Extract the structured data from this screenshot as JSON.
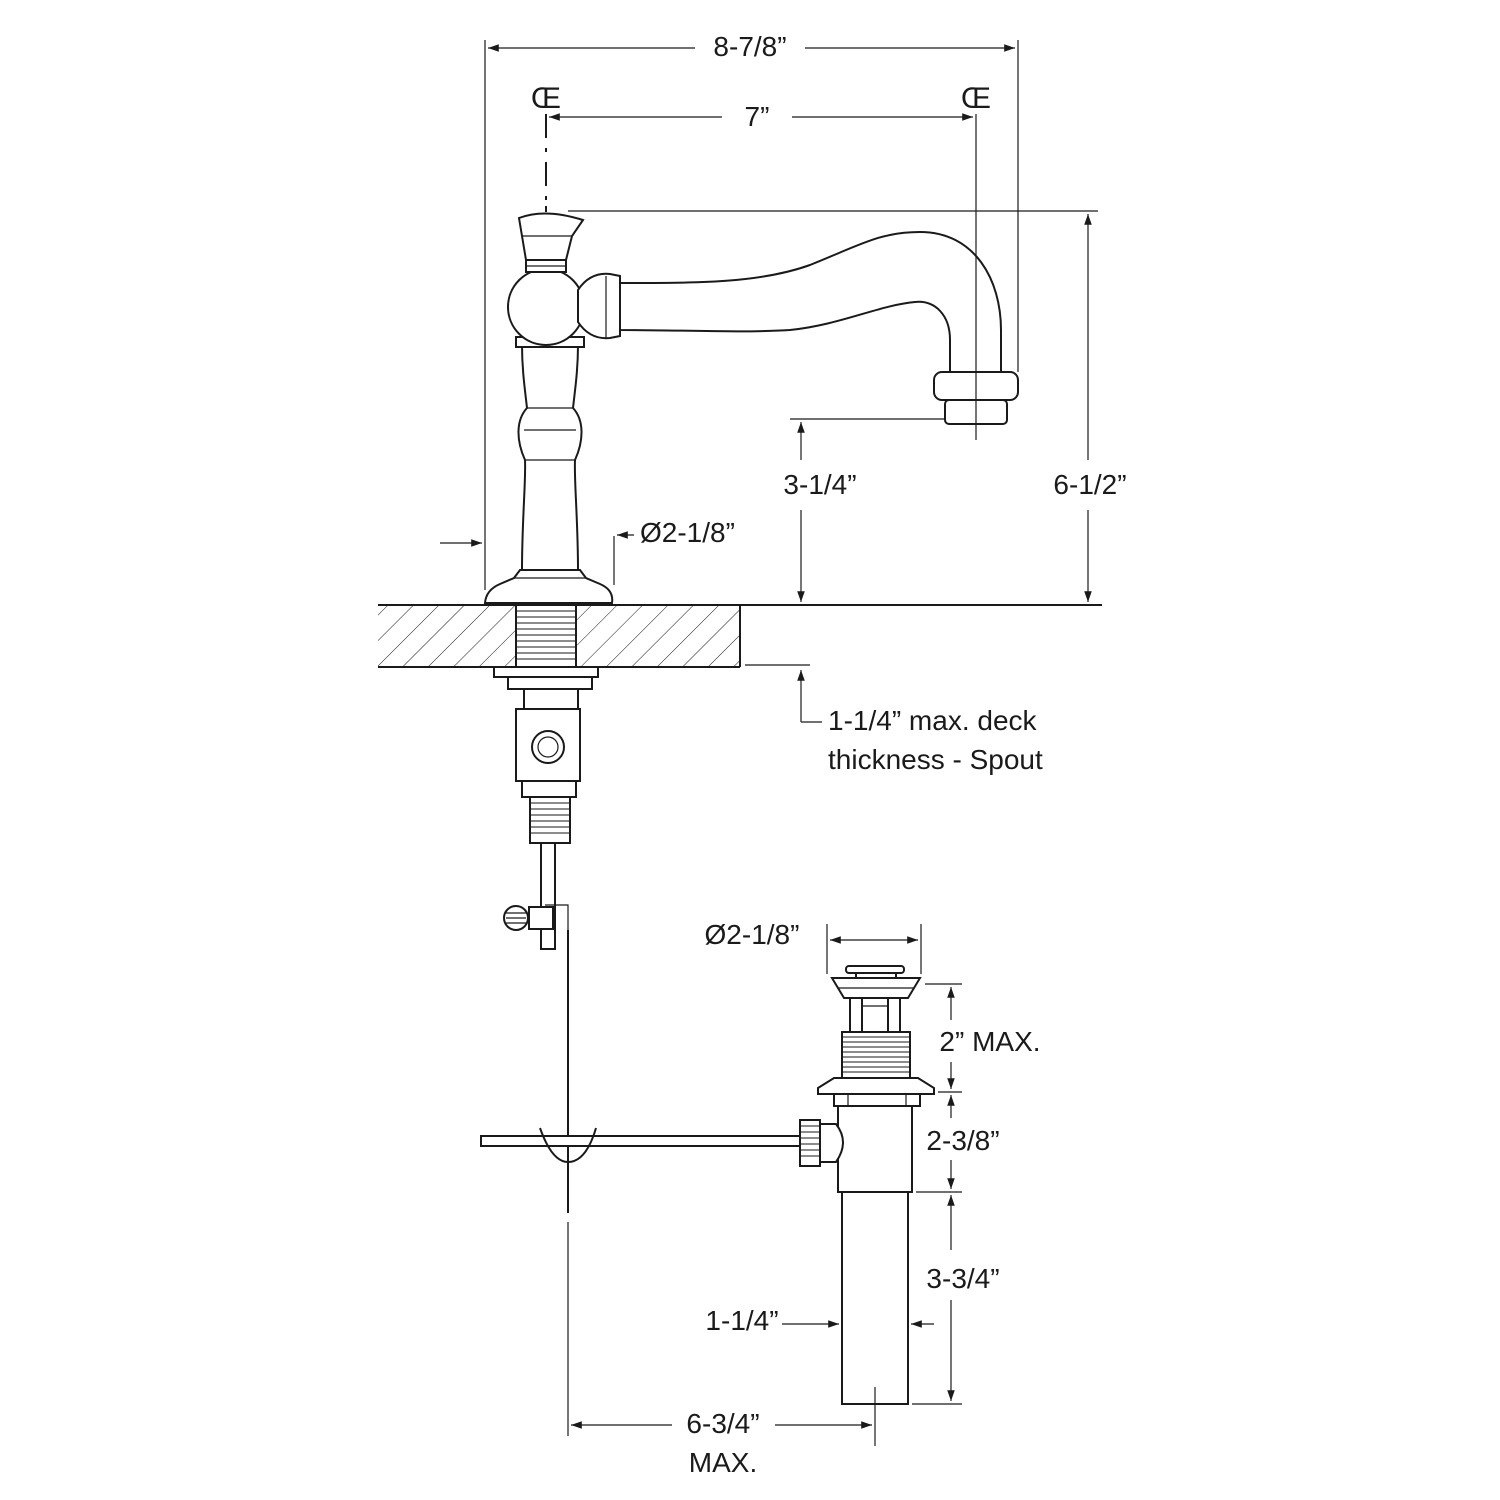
{
  "dimensions": {
    "overall_width": "8-7/8”",
    "center_to_center": "7”",
    "spout_clearance": "3-1/4”",
    "spout_height": "6-1/2”",
    "base_diameter": "Ø2-1/8”",
    "deck_thickness_line1": "1-1/4” max. deck",
    "deck_thickness_line2": "thickness - Spout",
    "drain_flange_diameter": "Ø2-1/8”",
    "drain_body_max": "2” MAX.",
    "drain_to_pivot": "2-3/8”",
    "tailpiece_length": "3-3/4”",
    "tailpiece_diameter": "1-1/4”",
    "rod_reach": "6-3/4”",
    "rod_reach_note": "MAX."
  },
  "centerline_symbol": "Œ"
}
